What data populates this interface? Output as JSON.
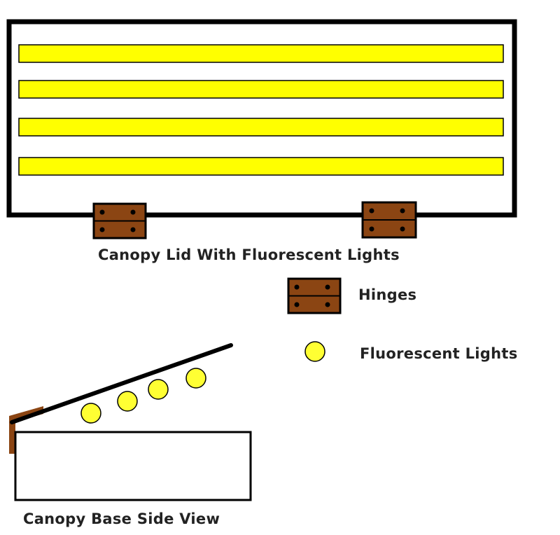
{
  "labels": {
    "lid_caption": "Canopy Lid With Fluorescent Lights",
    "legend_hinges": "Hinges",
    "legend_lights": "Fluorescent Lights",
    "base_caption": "Canopy Base Side View"
  },
  "colors": {
    "outline": "#000000",
    "tube_fill": "#ffff00",
    "hinge_fill": "#8b4513",
    "light_fill": "#ffff33",
    "background": "#ffffff"
  },
  "icons": {
    "hinge": "hinge-icon",
    "light": "light-icon"
  }
}
